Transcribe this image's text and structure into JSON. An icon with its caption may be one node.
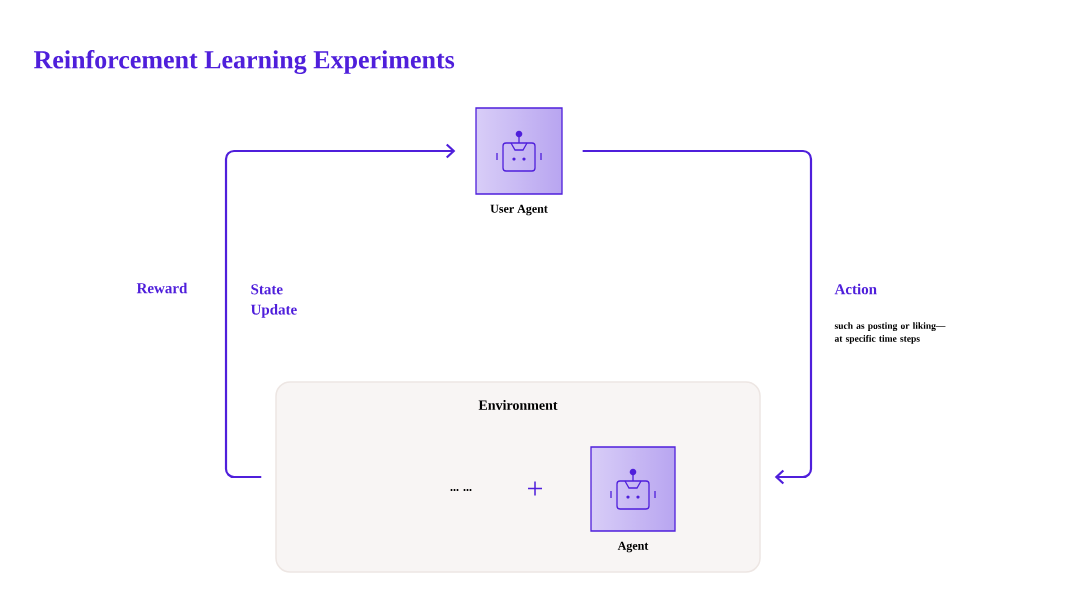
{
  "diagram": {
    "title": "Reinforcement Learning Experiments",
    "nodes": [
      {
        "text": [],
        "shape": "box",
        "beside": [
          "User Agent"
        ]
      },
      {
        "text": [
          "Environment"
        ]
      },
      {
        "text": [],
        "shape": "box",
        "beside": [
          "Agent"
        ],
        "in": 1
      }
    ],
    "edges": [
      {
        "from": 0,
        "to": 1,
        "arrow": "to"
      },
      {
        "from": 1,
        "to": 0,
        "arrow": "to"
      }
    ],
    "labels": [
      "Reward",
      "State Update",
      "Action",
      "such as posting or liking—at specific time steps",
      "... ...",
      "+"
    ]
  }
}
